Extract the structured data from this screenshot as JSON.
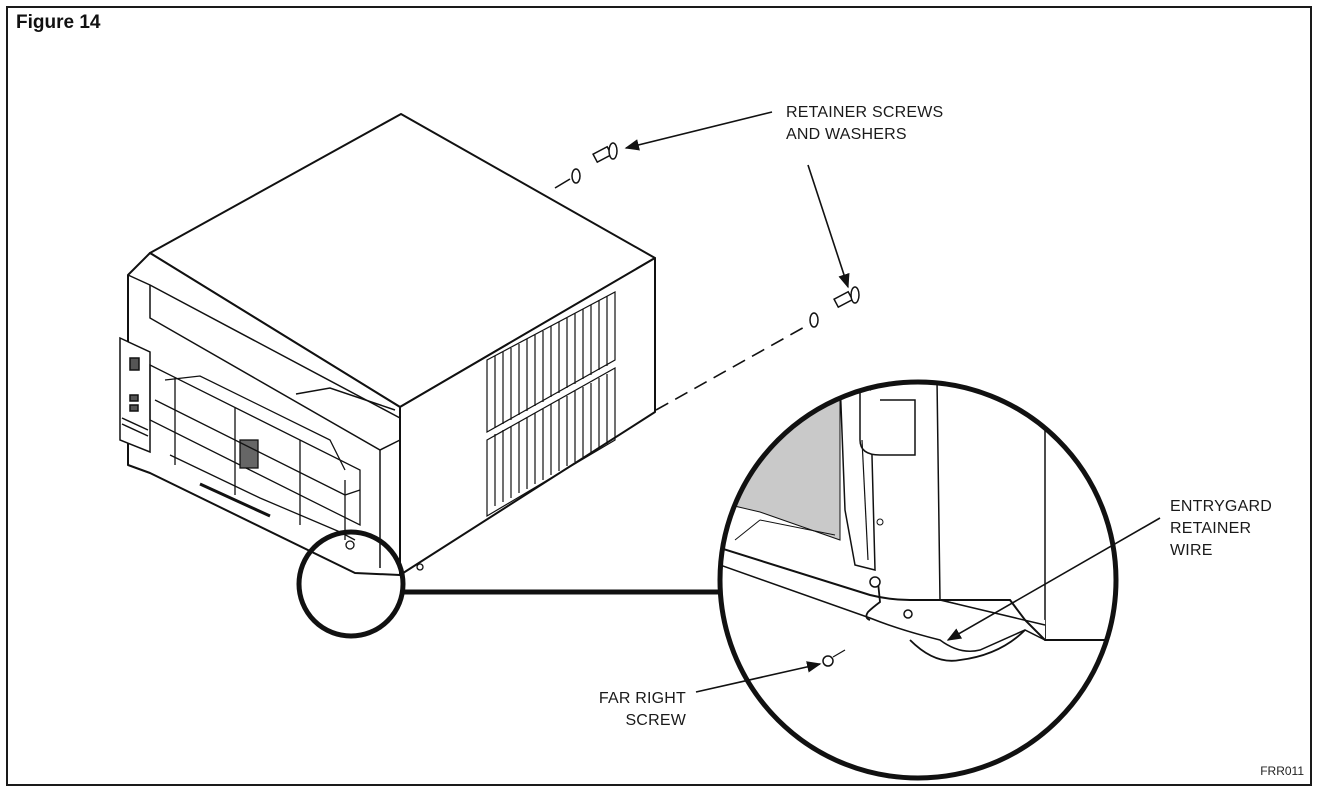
{
  "figure": {
    "title": "Figure 14",
    "code": "FRR011"
  },
  "callouts": {
    "retainer_screws": [
      "RETAINER SCREWS",
      "AND WASHERS"
    ],
    "entrygard": [
      "ENTRYGARD",
      "RETAINER",
      "WIRE"
    ],
    "far_right_screw": [
      "FAR RIGHT",
      "SCREW"
    ]
  }
}
